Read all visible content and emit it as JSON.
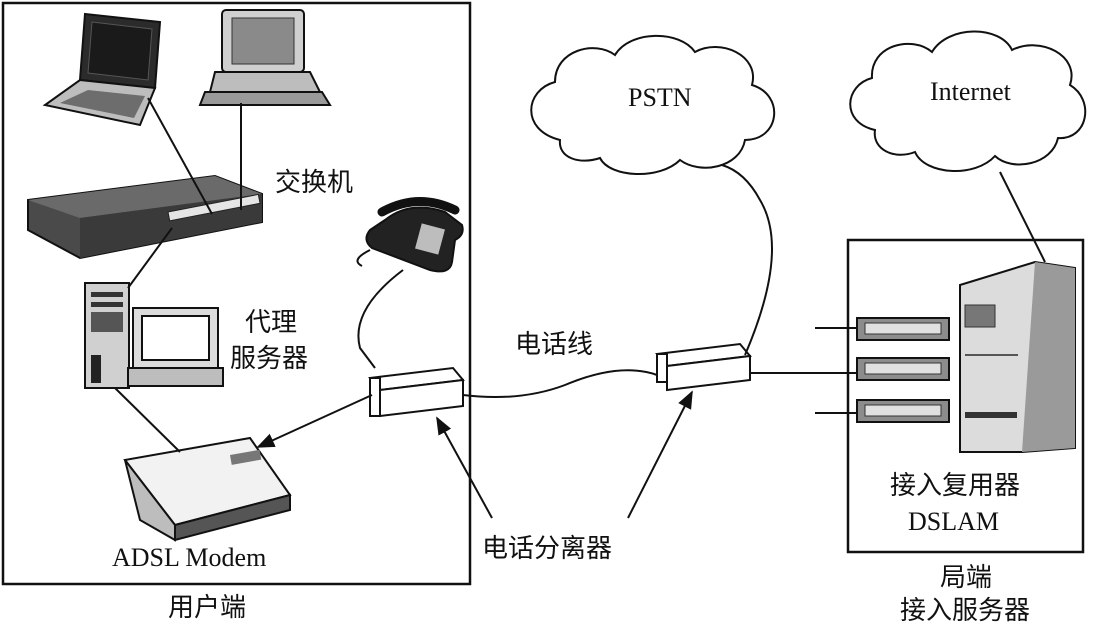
{
  "labels": {
    "switch": "交换机",
    "proxy_line1": "代理",
    "proxy_line2": "服务器",
    "modem": "ADSL Modem",
    "user_side": "用户端",
    "pstn": "PSTN",
    "internet": "Internet",
    "phone_line": "电话线",
    "splitter": "电话分离器",
    "dslam_line1": "接入复用器",
    "dslam_line2": "DSLAM",
    "office_line1": "局端",
    "office_line2": "接入服务器"
  },
  "colors": {
    "stroke": "#111111",
    "device_dark": "#3a3a3a",
    "device_mid": "#8c8c8c",
    "device_light": "#d9d9d9"
  },
  "icons": [
    "laptop-icon",
    "desktop-computer-icon",
    "network-switch-icon",
    "telephone-icon",
    "proxy-server-icon",
    "adsl-modem-icon",
    "cloud-icon",
    "dslam-rack-icon"
  ]
}
